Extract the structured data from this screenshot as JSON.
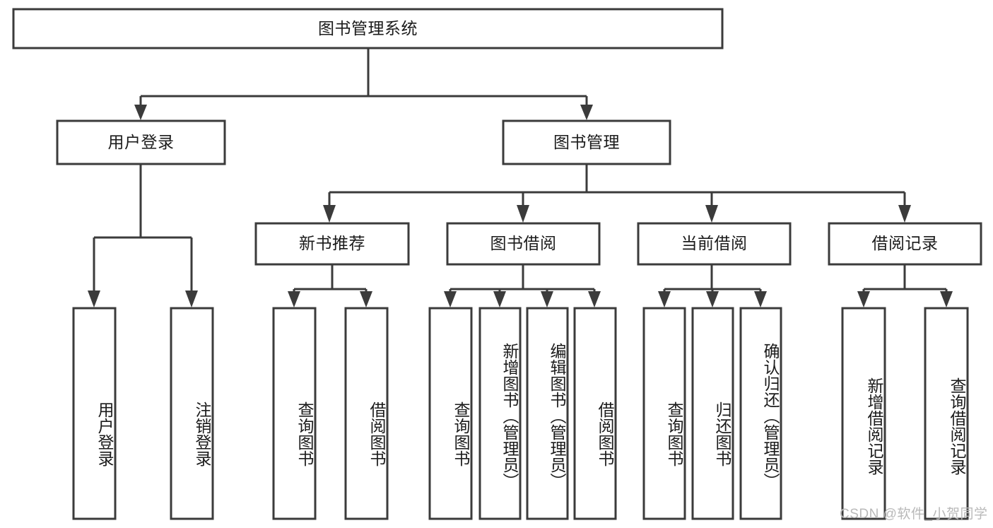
{
  "diagram": {
    "title_node": {
      "label": "图书管理系统"
    },
    "level2": [
      {
        "id": "user-login",
        "label": "用户登录"
      },
      {
        "id": "book-management",
        "label": "图书管理"
      }
    ],
    "level3": [
      {
        "id": "new-book-recommend",
        "label": "新书推荐"
      },
      {
        "id": "book-borrow",
        "label": "图书借阅"
      },
      {
        "id": "current-borrow",
        "label": "当前借阅"
      },
      {
        "id": "borrow-record",
        "label": "借阅记录"
      }
    ],
    "leaves": [
      {
        "id": "leaf-user-login",
        "label": "用户登录",
        "parent": "user-login"
      },
      {
        "id": "leaf-user-logout",
        "label": "注销登录",
        "parent": "user-login"
      },
      {
        "id": "leaf-query-book-1",
        "label": "查询图书",
        "parent": "new-book-recommend"
      },
      {
        "id": "leaf-borrow-book-1",
        "label": "借阅图书",
        "parent": "new-book-recommend"
      },
      {
        "id": "leaf-query-book-2",
        "label": "查询图书",
        "parent": "book-borrow"
      },
      {
        "id": "leaf-add-book",
        "label": "新增图书（管理员）",
        "parent": "book-borrow"
      },
      {
        "id": "leaf-edit-book",
        "label": "编辑图书（管理员）",
        "parent": "book-borrow"
      },
      {
        "id": "leaf-borrow-book-2",
        "label": "借阅图书",
        "parent": "book-borrow"
      },
      {
        "id": "leaf-query-book-3",
        "label": "查询图书",
        "parent": "current-borrow"
      },
      {
        "id": "leaf-return-book",
        "label": "归还图书",
        "parent": "current-borrow"
      },
      {
        "id": "leaf-confirm-return",
        "label": "确认归还（管理员）",
        "parent": "current-borrow"
      },
      {
        "id": "leaf-add-record",
        "label": "新增借阅记录",
        "parent": "borrow-record"
      },
      {
        "id": "leaf-query-record",
        "label": "查询借阅记录",
        "parent": "borrow-record"
      }
    ],
    "watermark": "CSDN @软件_小贺同学",
    "colors": {
      "stroke": "#3b3b3b",
      "fill": "#ffffff",
      "text": "#1b1b1b",
      "watermark": "#b9b9b9"
    }
  }
}
